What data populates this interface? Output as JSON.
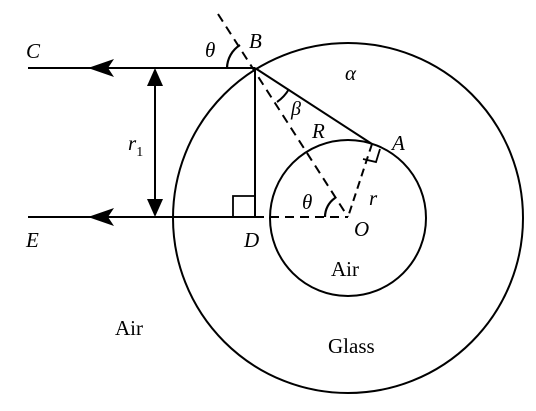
{
  "labels": {
    "C": "C",
    "E": "E",
    "B": "B",
    "A": "A",
    "D": "D",
    "O": "O",
    "r1_main": "r",
    "r1_sub": "1",
    "R": "R",
    "r": "r",
    "theta_top": "θ",
    "theta_inner": "θ",
    "beta": "β",
    "alpha": "α"
  },
  "regions": {
    "outer_air": "Air",
    "inner_air": "Air",
    "glass": "Glass"
  },
  "colors": {
    "stroke": "#000000",
    "background": "#ffffff"
  }
}
